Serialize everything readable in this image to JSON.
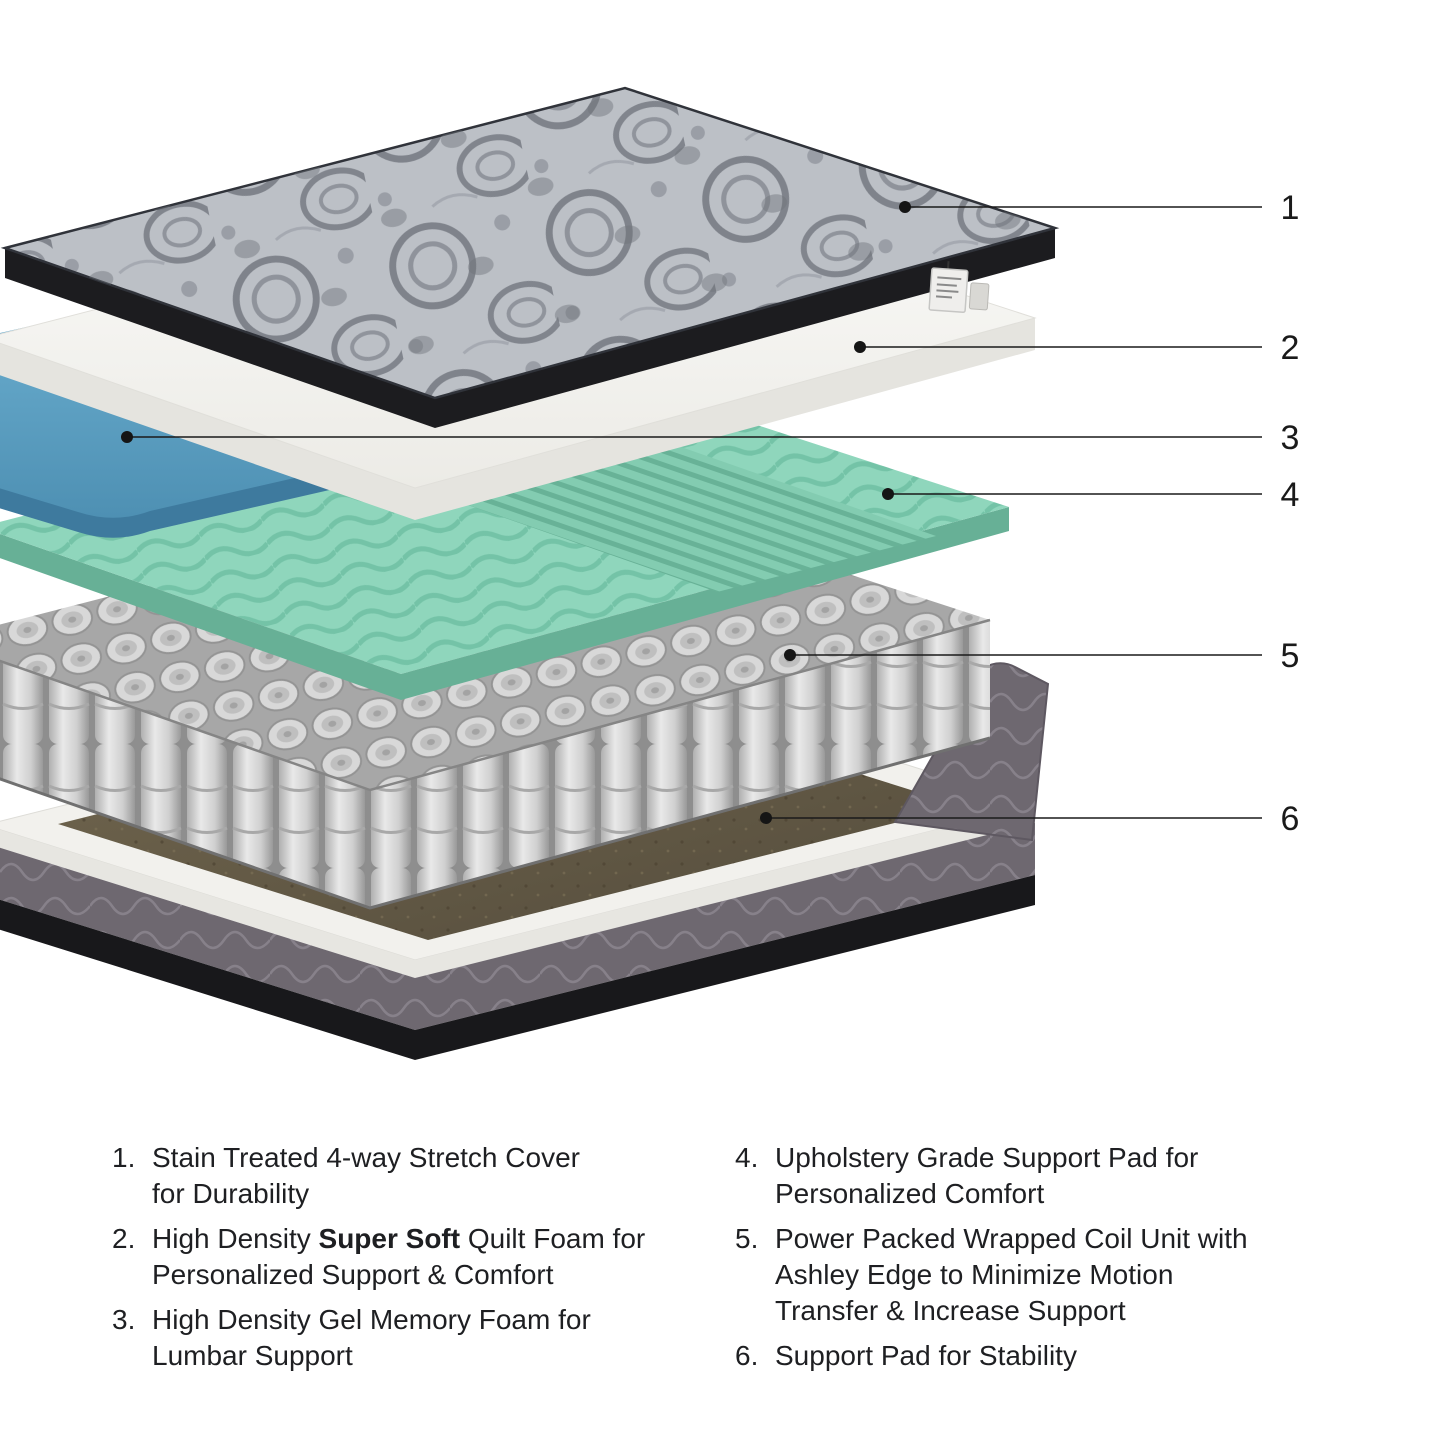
{
  "diagram": {
    "kind": "mattress-exploded-view",
    "colors": {
      "cover_gray": "#bcc0c6",
      "cover_border_black": "#1c1c1f",
      "quilt_foam_white": "#f5f4ef",
      "gel_foam_blue": "#5ea9cd",
      "support_pad_green": "#8fd6bc",
      "coil_gray": "#cfcfcf",
      "pad_brown": "#675d49",
      "base_gray": "#6e6870",
      "base_black": "#18181b",
      "callout_line": "#1a1a1a"
    }
  },
  "callouts": [
    {
      "num": "1"
    },
    {
      "num": "2"
    },
    {
      "num": "3"
    },
    {
      "num": "4"
    },
    {
      "num": "5"
    },
    {
      "num": "6"
    }
  ],
  "legend": {
    "left": [
      {
        "num": "1.",
        "lines": [
          [
            {
              "t": "Stain Treated 4-way Stretch Cover"
            }
          ],
          [
            {
              "t": "for Durability"
            }
          ]
        ]
      },
      {
        "num": "2.",
        "lines": [
          [
            {
              "t": "High Density "
            },
            {
              "t": "Super Soft",
              "b": true
            },
            {
              "t": " Quilt Foam for"
            }
          ],
          [
            {
              "t": "Personalized Support & Comfort"
            }
          ]
        ]
      },
      {
        "num": "3.",
        "lines": [
          [
            {
              "t": "High Density Gel Memory Foam for"
            }
          ],
          [
            {
              "t": "Lumbar Support"
            }
          ]
        ]
      }
    ],
    "right": [
      {
        "num": "4.",
        "lines": [
          [
            {
              "t": "Upholstery Grade Support Pad for"
            }
          ],
          [
            {
              "t": "Personalized Comfort"
            }
          ]
        ]
      },
      {
        "num": "5.",
        "lines": [
          [
            {
              "t": "Power Packed Wrapped Coil Unit with"
            }
          ],
          [
            {
              "t": "Ashley Edge to Minimize Motion"
            }
          ],
          [
            {
              "t": "Transfer & Increase Support"
            }
          ]
        ]
      },
      {
        "num": "6.",
        "lines": [
          [
            {
              "t": "Support Pad for Stability"
            }
          ]
        ]
      }
    ]
  }
}
